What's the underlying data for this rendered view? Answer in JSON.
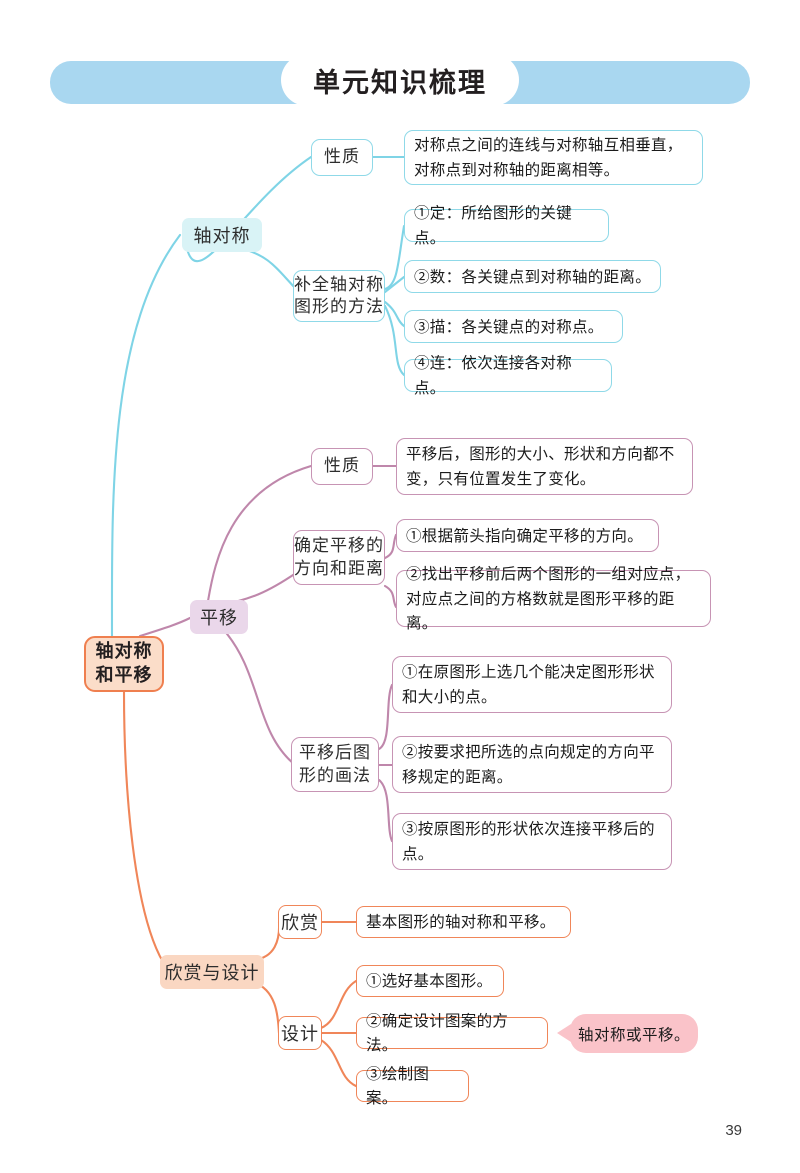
{
  "header": {
    "title": "单元知识梳理",
    "band_color": "#a9d7f0"
  },
  "page_number": "39",
  "root": {
    "label": "轴对称\n和平移",
    "line1": "轴对称",
    "line2": "和平移",
    "fill": "#fbddc9",
    "stroke": "#ef7f4f"
  },
  "branches": [
    {
      "id": "axial-symmetry",
      "label": "轴对称",
      "color": "#8fd9e8",
      "fill": "#d9f3f6",
      "children": [
        {
          "label": "性质",
          "leaves": [
            "对称点之间的连线与对称轴互相垂直，对称点到对称轴的距离相等。"
          ]
        },
        {
          "label": "补全轴对称\n图形的方法",
          "line1": "补全轴对称",
          "line2": "图形的方法",
          "leaves": [
            "①定：所给图形的关键点。",
            "②数：各关键点到对称轴的距离。",
            "③描：各关键点的对称点。",
            "④连：依次连接各对称点。"
          ]
        }
      ]
    },
    {
      "id": "translation",
      "label": "平移",
      "color": "#c794b4",
      "fill": "#ead7ea",
      "children": [
        {
          "label": "性质",
          "leaves": [
            "平移后，图形的大小、形状和方向都不变，只有位置发生了变化。"
          ]
        },
        {
          "label": "确定平移的\n方向和距离",
          "line1": "确定平移的",
          "line2": "方向和距离",
          "leaves": [
            "①根据箭头指向确定平移的方向。",
            "②找出平移前后两个图形的一组对应点，对应点之间的方格数就是图形平移的距离。"
          ]
        },
        {
          "label": "平移后图\n形的画法",
          "line1": "平移后图",
          "line2": "形的画法",
          "leaves": [
            "①在原图形上选几个能决定图形形状和大小的点。",
            "②按要求把所选的点向规定的方向平移规定的距离。",
            "③按原图形的形状依次连接平移后的点。"
          ]
        }
      ]
    },
    {
      "id": "appreciation-design",
      "label": "欣赏与设计",
      "color": "#f08659",
      "fill": "#fad7c2",
      "children": [
        {
          "label": "欣赏",
          "leaves": [
            "基本图形的轴对称和平移。"
          ]
        },
        {
          "label": "设计",
          "leaves": [
            "①选好基本图形。",
            "②确定设计图案的方法。",
            "③绘制图案。"
          ]
        }
      ]
    }
  ],
  "callout": {
    "text": "轴对称或平移。",
    "fill": "#fac3c9"
  }
}
